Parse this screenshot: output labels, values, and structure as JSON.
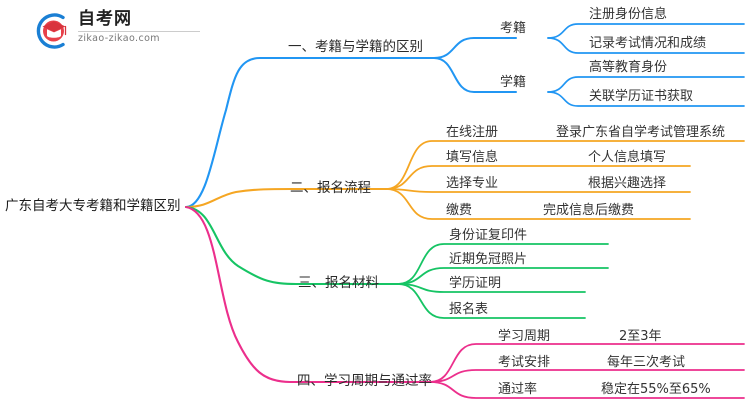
{
  "logo": {
    "title": "自考网",
    "subtitle": "zikao-zikao.com",
    "mark_icon": "graduation-cap-icon",
    "arc_color": "#1a7fd4",
    "cap_color": "#e8414a"
  },
  "mindmap": {
    "root": {
      "label": "广东自考大专考籍和学籍区别"
    },
    "branches": [
      {
        "label": "一、考籍与学籍的区别",
        "color": "#2196f3",
        "children": [
          {
            "label": "考籍",
            "details": [
              "注册身份信息",
              "记录考试情况和成绩"
            ]
          },
          {
            "label": "学籍",
            "details": [
              "高等教育身份",
              "关联学历证书获取"
            ]
          }
        ]
      },
      {
        "label": "二、报名流程",
        "color": "#f5a623",
        "children": [
          {
            "label": "在线注册",
            "details": [
              "登录广东省自学考试管理系统"
            ]
          },
          {
            "label": "填写信息",
            "details": [
              "个人信息填写"
            ]
          },
          {
            "label": "选择专业",
            "details": [
              "根据兴趣选择"
            ]
          },
          {
            "label": "缴费",
            "details": [
              "完成信息后缴费"
            ]
          }
        ]
      },
      {
        "label": "三、报名材料",
        "color": "#16c464",
        "children": [
          {
            "label": "身份证复印件",
            "details": []
          },
          {
            "label": "近期免冠照片",
            "details": []
          },
          {
            "label": "学历证明",
            "details": []
          },
          {
            "label": "报名表",
            "details": []
          }
        ]
      },
      {
        "label": "四、学习周期与通过率",
        "color": "#ec2f8c",
        "children": [
          {
            "label": "学习周期",
            "details": [
              "2至3年"
            ]
          },
          {
            "label": "考试安排",
            "details": [
              "每年三次考试"
            ]
          },
          {
            "label": "通过率",
            "details": [
              "稳定在55%至65%"
            ]
          }
        ]
      }
    ]
  }
}
